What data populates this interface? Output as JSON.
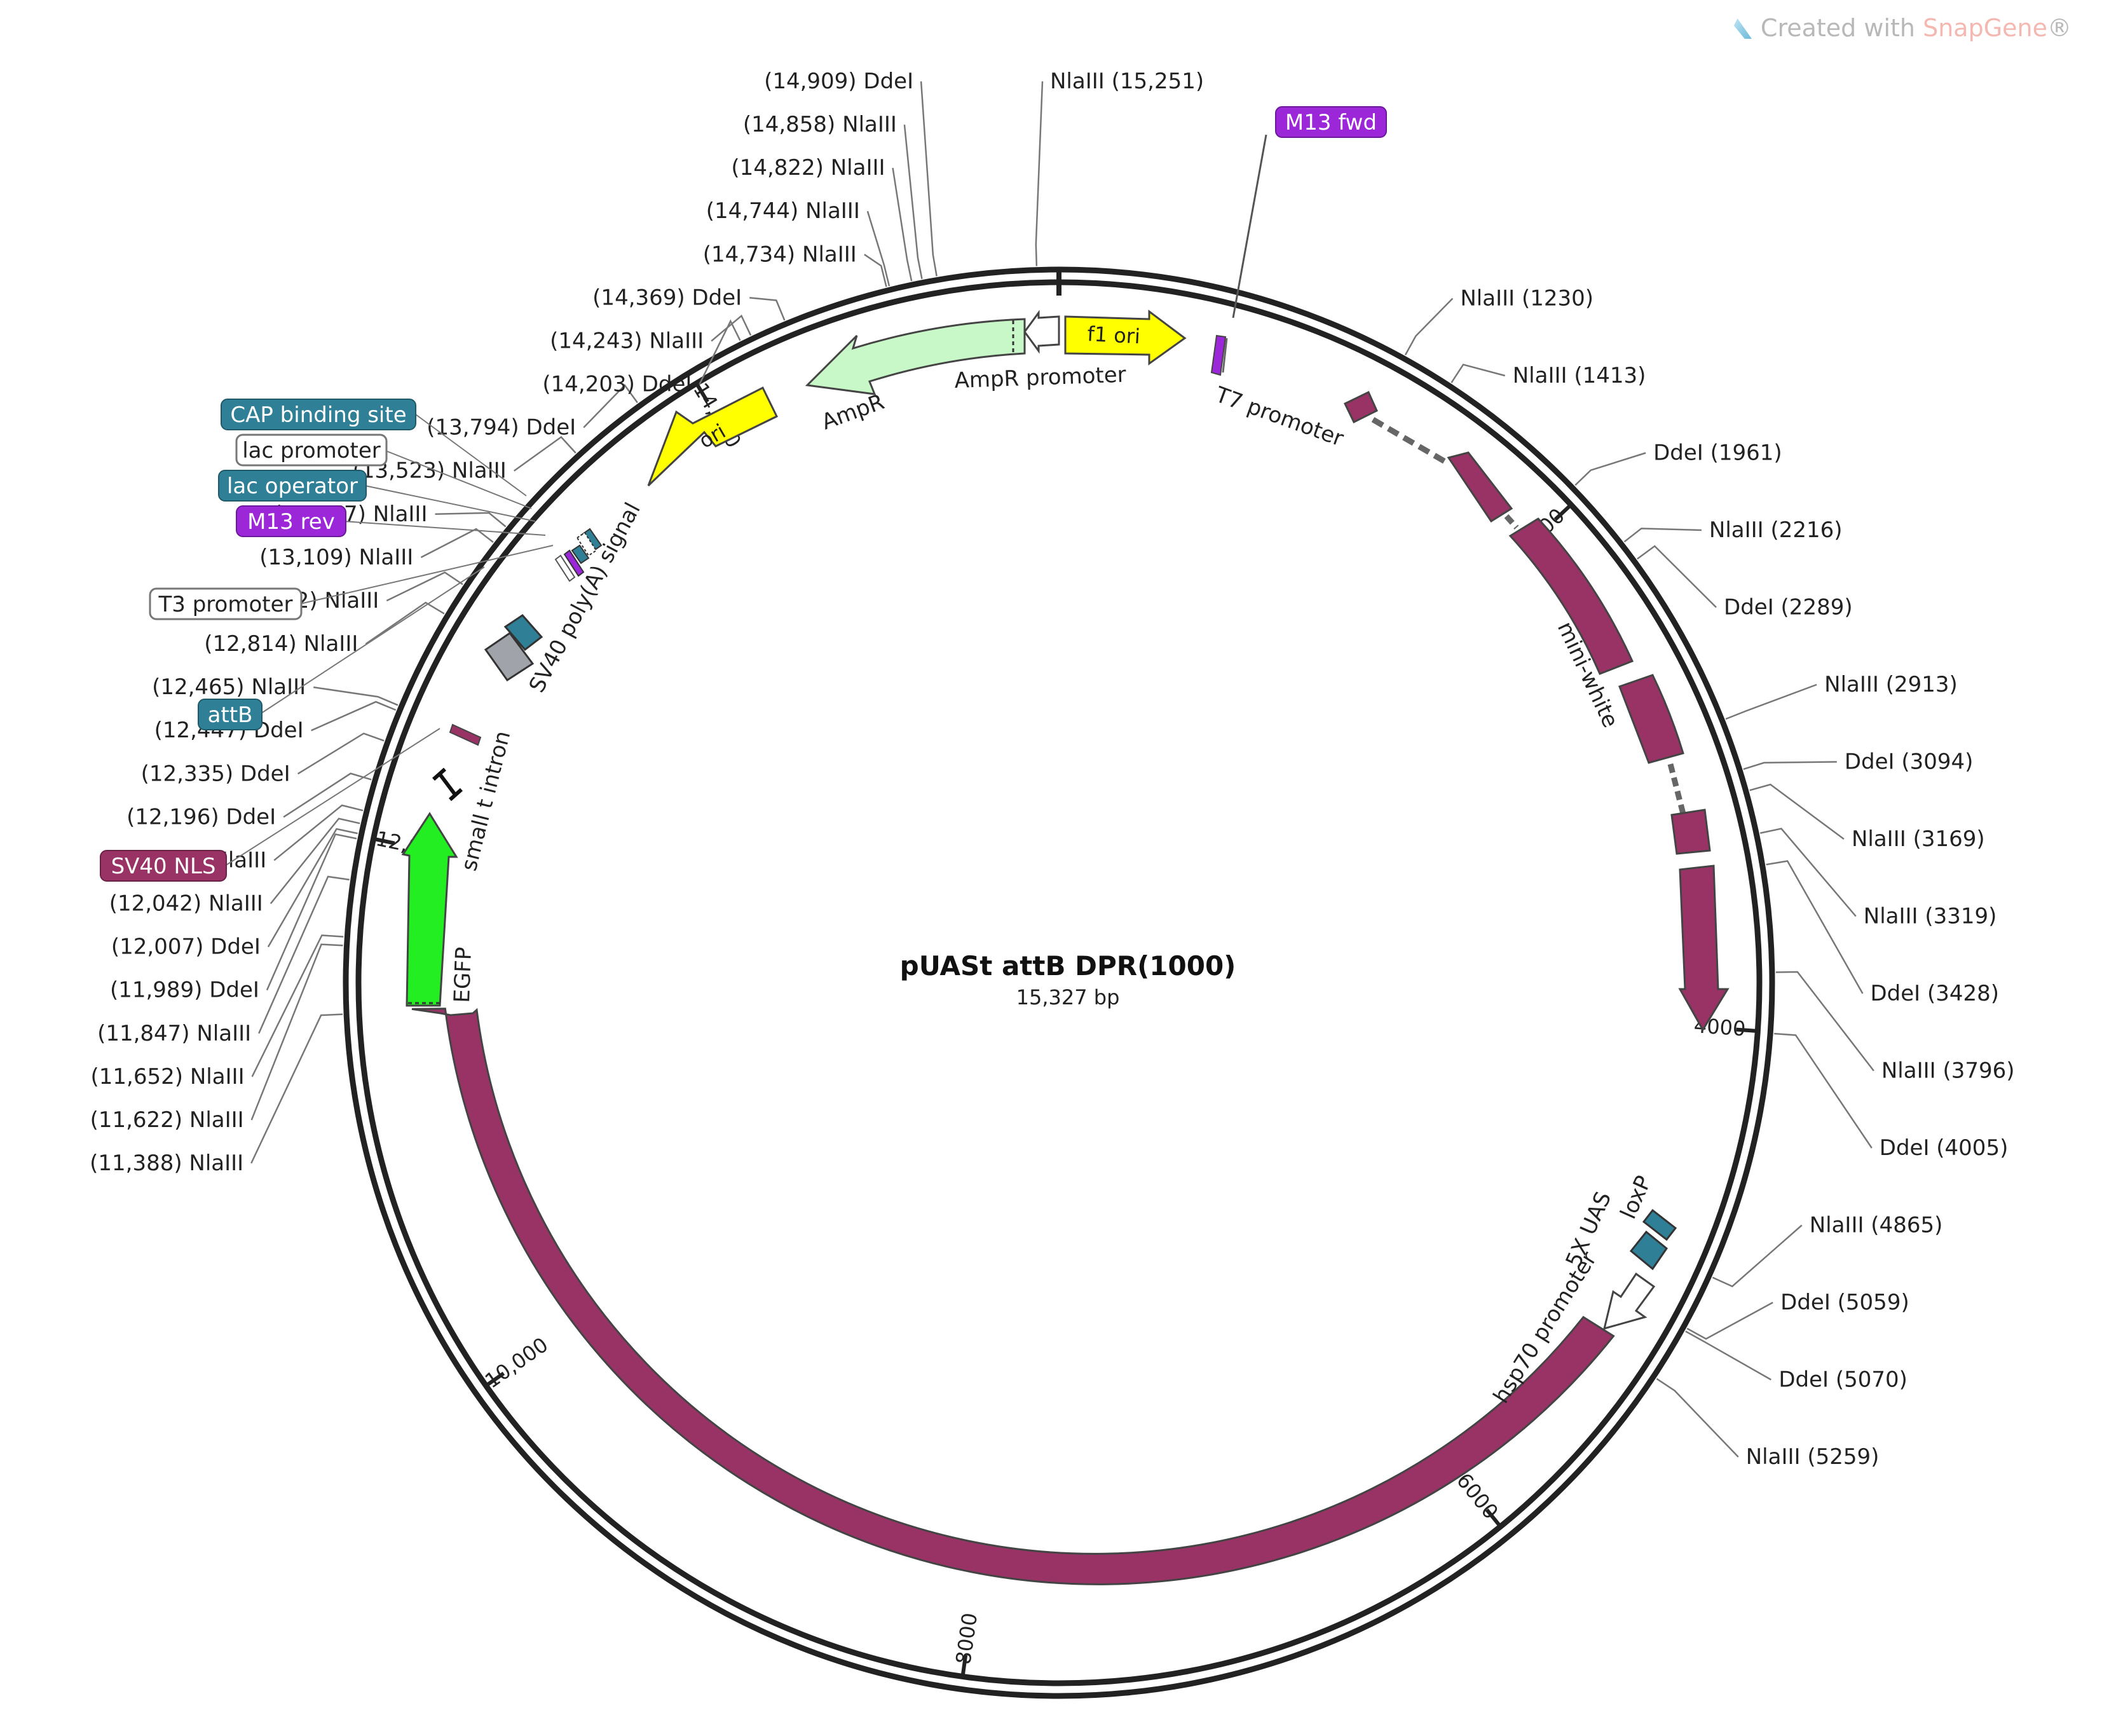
{
  "plasmid": {
    "name": "pUASt attB DPR(1000)",
    "length_label": "15,327 bp",
    "length": 15327
  },
  "watermark": {
    "prefix": "Created with ",
    "brand": "SnapGene",
    "suffix": "®"
  },
  "colors": {
    "feature_purple": "#993366",
    "primer": "#9b27d8",
    "teal": "#2f8096",
    "ampr": "#c8f7c8",
    "ori_yellow": "#ffff00",
    "egfp": "#22ee22",
    "grey_feature": "#a0a4aa"
  },
  "ticks": [
    {
      "pos": 2000,
      "label": "2000"
    },
    {
      "pos": 4000,
      "label": "4000"
    },
    {
      "pos": 6000,
      "label": "6000"
    },
    {
      "pos": 8000,
      "label": "8000"
    },
    {
      "pos": 10000,
      "label": "10,000"
    },
    {
      "pos": 12000,
      "label": "12,000"
    },
    {
      "pos": 14000,
      "label": "14,000"
    }
  ],
  "sites_right": [
    {
      "pos": 15251,
      "label": "NlaIII  (15,251)"
    },
    {
      "pos": 1230,
      "label": "NlaIII  (1230)"
    },
    {
      "pos": 1413,
      "label": "NlaIII  (1413)"
    },
    {
      "pos": 1961,
      "label": "DdeI  (1961)"
    },
    {
      "pos": 2216,
      "label": "NlaIII  (2216)"
    },
    {
      "pos": 2289,
      "label": "DdeI  (2289)"
    },
    {
      "pos": 2913,
      "label": "NlaIII  (2913)"
    },
    {
      "pos": 3094,
      "label": "DdeI  (3094)"
    },
    {
      "pos": 3169,
      "label": "NlaIII  (3169)"
    },
    {
      "pos": 3319,
      "label": "NlaIII  (3319)"
    },
    {
      "pos": 3428,
      "label": "DdeI  (3428)"
    },
    {
      "pos": 3796,
      "label": "NlaIII  (3796)"
    },
    {
      "pos": 4005,
      "label": "DdeI  (4005)"
    },
    {
      "pos": 4865,
      "label": "NlaIII  (4865)"
    },
    {
      "pos": 5059,
      "label": "DdeI  (5059)"
    },
    {
      "pos": 5070,
      "label": "DdeI  (5070)"
    },
    {
      "pos": 5259,
      "label": "NlaIII  (5259)"
    }
  ],
  "sites_left": [
    {
      "pos": 14909,
      "label": "(14,909)  DdeI"
    },
    {
      "pos": 14858,
      "label": "(14,858)  NlaIII"
    },
    {
      "pos": 14822,
      "label": "(14,822)  NlaIII"
    },
    {
      "pos": 14744,
      "label": "(14,744)  NlaIII"
    },
    {
      "pos": 14734,
      "label": "(14,734)  NlaIII"
    },
    {
      "pos": 14369,
      "label": "(14,369)  DdeI"
    },
    {
      "pos": 14243,
      "label": "(14,243)  NlaIII"
    },
    {
      "pos": 14203,
      "label": "(14,203)  DdeI"
    },
    {
      "pos": 13794,
      "label": "(13,794)  DdeI"
    },
    {
      "pos": 13523,
      "label": "(13,523)  NlaIII"
    },
    {
      "pos": 13177,
      "label": "(13,177)  NlaIII"
    },
    {
      "pos": 13109,
      "label": "(13,109)  NlaIII"
    },
    {
      "pos": 12932,
      "label": "(12,932)  NlaIII"
    },
    {
      "pos": 12814,
      "label": "(12,814)  NlaIII"
    },
    {
      "pos": 12465,
      "label": "(12,465)  NlaIII"
    },
    {
      "pos": 12447,
      "label": "(12,447)  DdeI"
    },
    {
      "pos": 12335,
      "label": "(12,335)  DdeI"
    },
    {
      "pos": 12196,
      "label": "(12,196)  DdeI"
    },
    {
      "pos": 12087,
      "label": "(12,087)  NlaIII"
    },
    {
      "pos": 12042,
      "label": "(12,042)  NlaIII"
    },
    {
      "pos": 12007,
      "label": "(12,007)  DdeI"
    },
    {
      "pos": 11989,
      "label": "(11,989)  DdeI"
    },
    {
      "pos": 11847,
      "label": "(11,847)  NlaIII"
    },
    {
      "pos": 11652,
      "label": "(11,652)  NlaIII"
    },
    {
      "pos": 11622,
      "label": "(11,622)  NlaIII"
    },
    {
      "pos": 11388,
      "label": "(11,388)  NlaIII"
    }
  ],
  "feature_labels": {
    "m13_fwd": "M13 fwd",
    "cap_binding_site": "CAP binding site",
    "lac_promoter": "lac promoter",
    "lac_operator": "lac operator",
    "m13_rev": "M13 rev",
    "t3_promoter": "T3 promoter",
    "attb": "attB",
    "sv40_nls": "SV40 NLS",
    "f1_ori": "f1 ori",
    "ampr": "AmpR",
    "ampr_promoter": "AmpR promoter",
    "t7_promoter": "T7 promoter",
    "ori": "ori",
    "sv40_polya": "SV40 poly(A) signal",
    "small_t_intron": "small t intron",
    "egfp": "EGFP",
    "mini_white": "mini-white",
    "uas": "5X UAS",
    "loxp": "loxP",
    "hsp70_promoter": "hsp70 promoter",
    "dpr": "DPR"
  }
}
